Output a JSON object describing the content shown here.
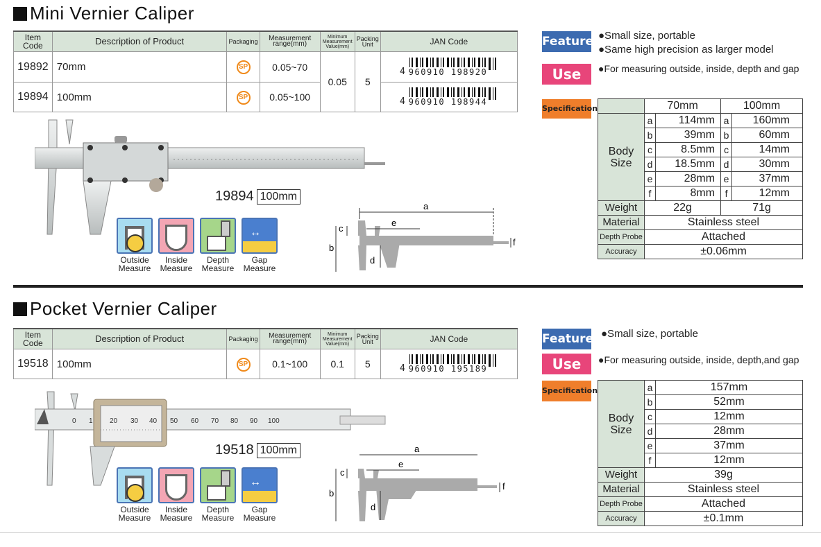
{
  "mini": {
    "title": "Mini Vernier Caliper",
    "headers": {
      "item_code": "Item Code",
      "description": "Description of Product",
      "packaging": "Packaging",
      "measurement_range": "Measurement range(mm)",
      "min_value": "Minimum Measurement Value(mm)",
      "packing_unit": "Packing Unit",
      "jan": "JAN Code"
    },
    "rows": [
      {
        "code": "19892",
        "desc": "70mm",
        "pack": "SP",
        "range": "0.05~70",
        "jan_prefix": "4",
        "jan": "960910 198920"
      },
      {
        "code": "19894",
        "desc": "100mm",
        "pack": "SP",
        "range": "0.05~100",
        "jan_prefix": "4",
        "jan": "960910 198944"
      }
    ],
    "min_value": "0.05",
    "packing_unit": "5",
    "model_code": "19894",
    "model_size": "100mm",
    "features_label": "Features",
    "features": [
      "●Small size, portable",
      "●Same high precision as larger model"
    ],
    "use_label": "Use",
    "use_text": "●For measuring outside, inside, depth and gap",
    "spec_label": "Specifications",
    "spec": {
      "col70": "70mm",
      "col100": "100mm",
      "body_size": "Body Size",
      "rows": [
        {
          "l": "a",
          "v1": "114mm",
          "v2": "160mm"
        },
        {
          "l": "b",
          "v1": "39mm",
          "v2": "60mm"
        },
        {
          "l": "c",
          "v1": "8.5mm",
          "v2": "14mm"
        },
        {
          "l": "d",
          "v1": "18.5mm",
          "v2": "30mm"
        },
        {
          "l": "e",
          "v1": "28mm",
          "v2": "37mm"
        },
        {
          "l": "f",
          "v1": "8mm",
          "v2": "12mm"
        }
      ],
      "weight_label": "Weight",
      "weight1": "22g",
      "weight2": "71g",
      "material_label": "Material",
      "material": "Stainless steel",
      "depth_label": "Depth Probe",
      "depth": "Attached",
      "accuracy_label": "Accuracy",
      "accuracy": "±0.06mm"
    }
  },
  "pocket": {
    "title": "Pocket Vernier Caliper",
    "row": {
      "code": "19518",
      "desc": "100mm",
      "pack": "SP",
      "range": "0.1~100",
      "min": "0.1",
      "unit": "5",
      "jan_prefix": "4",
      "jan": "960910 195189"
    },
    "model_code": "19518",
    "model_size": "100mm",
    "features_label": "Features",
    "features": [
      "●Small size, portable"
    ],
    "use_label": "Use",
    "use_text": "●For measuring outside, inside, depth,and gap",
    "spec_label": "Specifications",
    "spec": {
      "body_size": "Body Size",
      "rows": [
        {
          "l": "a",
          "v": "157mm"
        },
        {
          "l": "b",
          "v": "52mm"
        },
        {
          "l": "c",
          "v": "12mm"
        },
        {
          "l": "d",
          "v": "28mm"
        },
        {
          "l": "e",
          "v": "37mm"
        },
        {
          "l": "f",
          "v": "12mm"
        }
      ],
      "weight_label": "Weight",
      "weight": "39g",
      "material_label": "Material",
      "material": "Stainless steel",
      "depth_label": "Depth Probe",
      "depth": "Attached",
      "accuracy_label": "Accuracy",
      "accuracy": "±0.1mm"
    }
  },
  "measure_icons": [
    {
      "label1": "Outside",
      "label2": "Measure",
      "color": "#a8dcf0"
    },
    {
      "label1": "Inside",
      "label2": "Measure",
      "color": "#f3a6b4"
    },
    {
      "label1": "Depth",
      "label2": "Measure",
      "color": "#a6d68a"
    },
    {
      "label1": "Gap",
      "label2": "Measure",
      "color": "#4a7fcf"
    }
  ],
  "diagram_labels": {
    "a": "a",
    "b": "b",
    "c": "c",
    "d": "d",
    "e": "e",
    "f": "f"
  },
  "scale_numbers": [
    "0",
    "1",
    "20",
    "30",
    "40",
    "50",
    "60",
    "70",
    "80",
    "90",
    "100"
  ]
}
